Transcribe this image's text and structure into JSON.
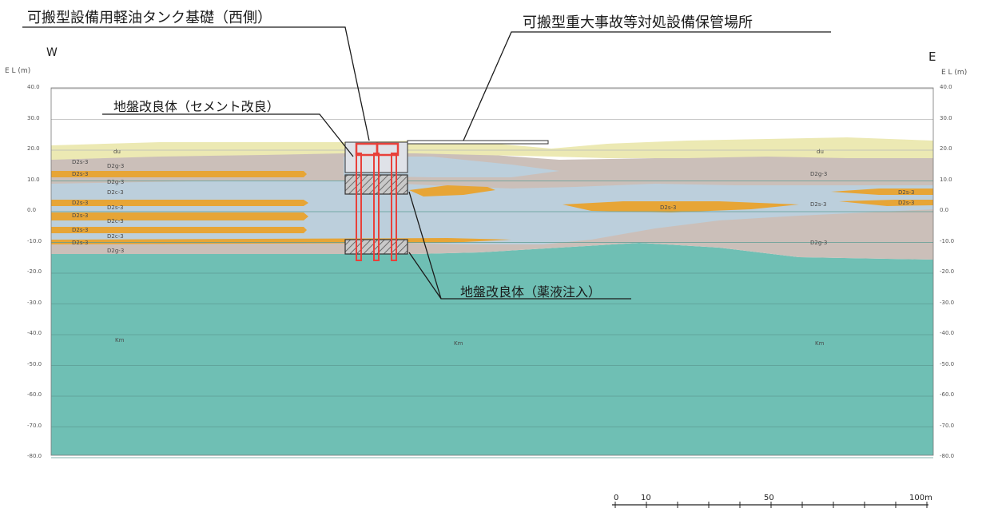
{
  "annotations": {
    "tank_foundation": "可搬型設備用軽油タンク基礎（西側）",
    "storage_area": "可搬型重大事故等対処設備保管場所",
    "cement_improvement": "地盤改良体（セメント改良）",
    "chemical_injection": "地盤改良体（薬液注入）"
  },
  "directions": {
    "west": "W",
    "east": "E"
  },
  "axis": {
    "left_unit": "E L (m)",
    "right_unit": "E L (m)",
    "ticks": [
      "40.0",
      "30.0",
      "20.0",
      "10.0",
      "0.0",
      "-10.0",
      "-20.0",
      "-30.0",
      "-40.0",
      "-50.0",
      "-60.0",
      "-70.0",
      "-80.0"
    ]
  },
  "layer_labels": {
    "du": "du",
    "d2s3": "D2s-3",
    "d2g3": "D2g-3",
    "d2c3": "D2c-3",
    "km": "Km"
  },
  "scale_bar": {
    "labels": [
      "0",
      "10",
      "50",
      "100m"
    ]
  },
  "colors": {
    "du": "#ece9b3",
    "d2g3": "#cbbfb9",
    "d2c3": "#bccfdc",
    "d2s3": "#e7a536",
    "km": "#6fbfb4",
    "pile": "#e8403a"
  }
}
